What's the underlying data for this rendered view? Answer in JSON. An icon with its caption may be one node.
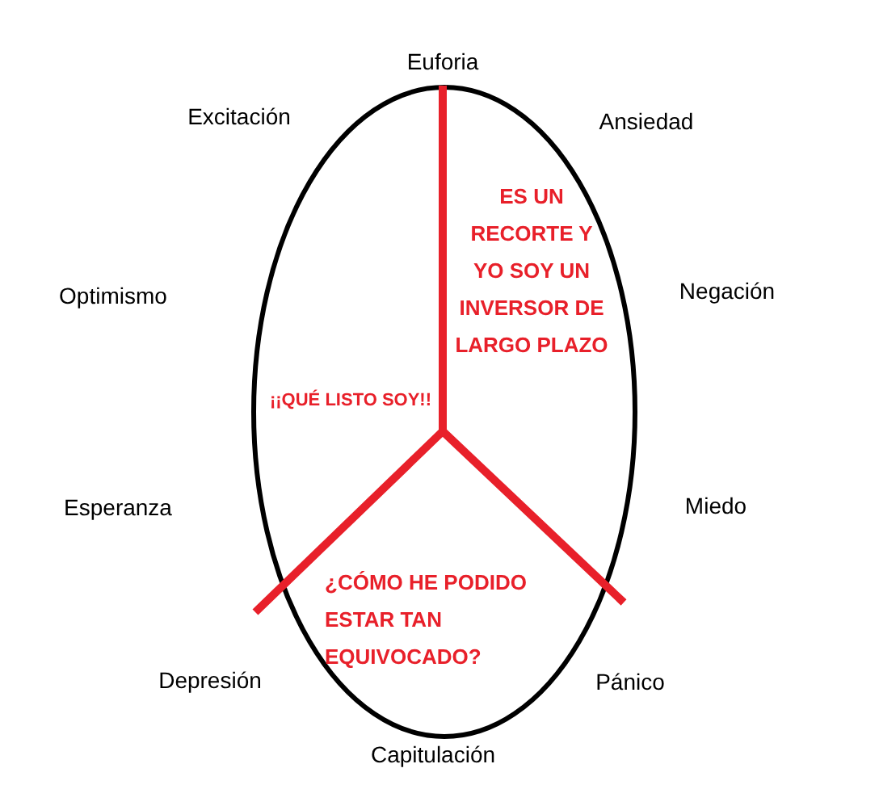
{
  "diagram": {
    "nodes": [
      {
        "text": [
          "ES UN RECORTE Y YO SOY UN INVERSOR DE LARGO PLAZO",
          "¡¡QUÉ LISTO SOY!!",
          "¿CÓMO HE PODIDO ESTAR TAN EQUIVOCADO?"
        ]
      }
    ],
    "labels": [
      "Euforia",
      "Excitación",
      "Ansiedad",
      "Optimismo",
      "Negación",
      "Esperanza",
      "Miedo",
      "Depresión",
      "Pánico",
      "Capitulación"
    ]
  }
}
